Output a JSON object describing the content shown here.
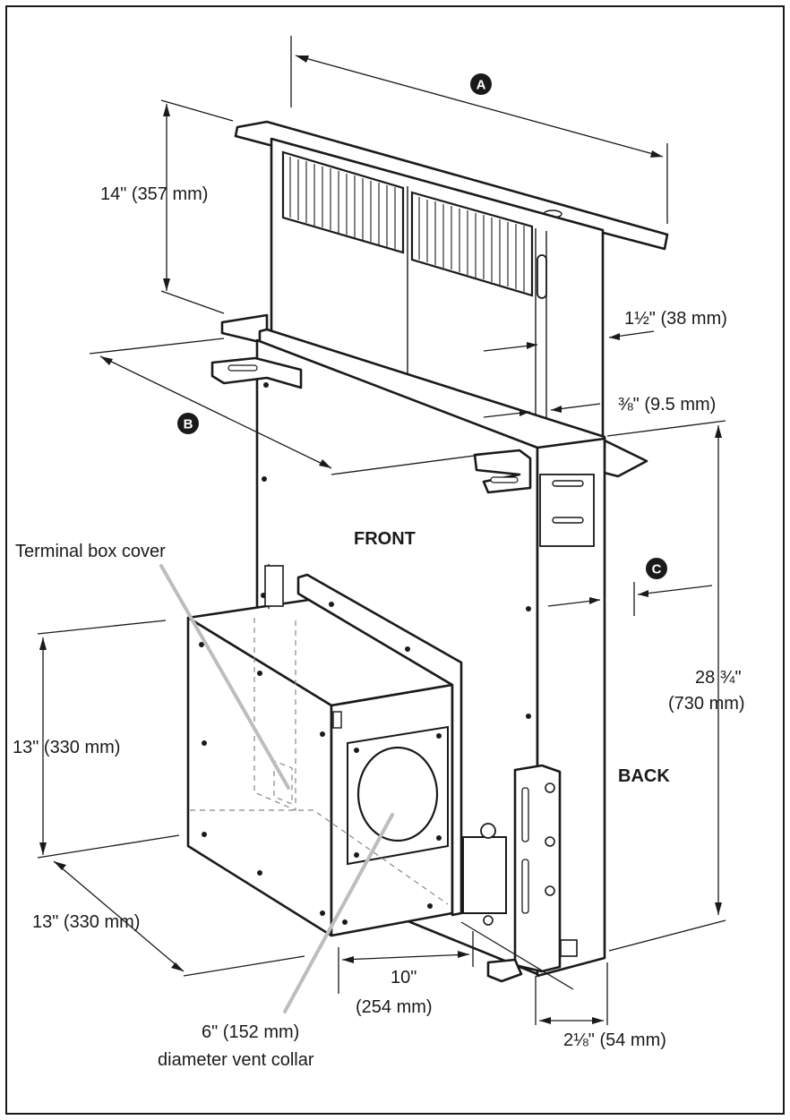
{
  "callouts": {
    "a": "A",
    "b": "B",
    "c": "C"
  },
  "labels": {
    "front": "FRONT",
    "back": "BACK",
    "terminal_box_cover": "Terminal box cover",
    "height_14": "14\" (357 mm)",
    "width_1_5": "1½\" (38 mm)",
    "depth_3_8": "⅜\" (9.5 mm)",
    "height_28_3_4_line1": "28 ¾\"",
    "height_28_3_4_line2": "(730 mm)",
    "box_height_13": "13\" (330 mm)",
    "box_depth_13": "13\" (330 mm)",
    "offset_10_line1": "10\"",
    "offset_10_line2": "(254 mm)",
    "depth_2_1_8": "2⅛\" (54 mm)",
    "vent_collar_line1": "6\" (152 mm)",
    "vent_collar_line2": "diameter vent collar"
  },
  "colors": {
    "ink": "#1a1a1a",
    "leader": "#bdbdbd",
    "hidden": "#888888"
  }
}
